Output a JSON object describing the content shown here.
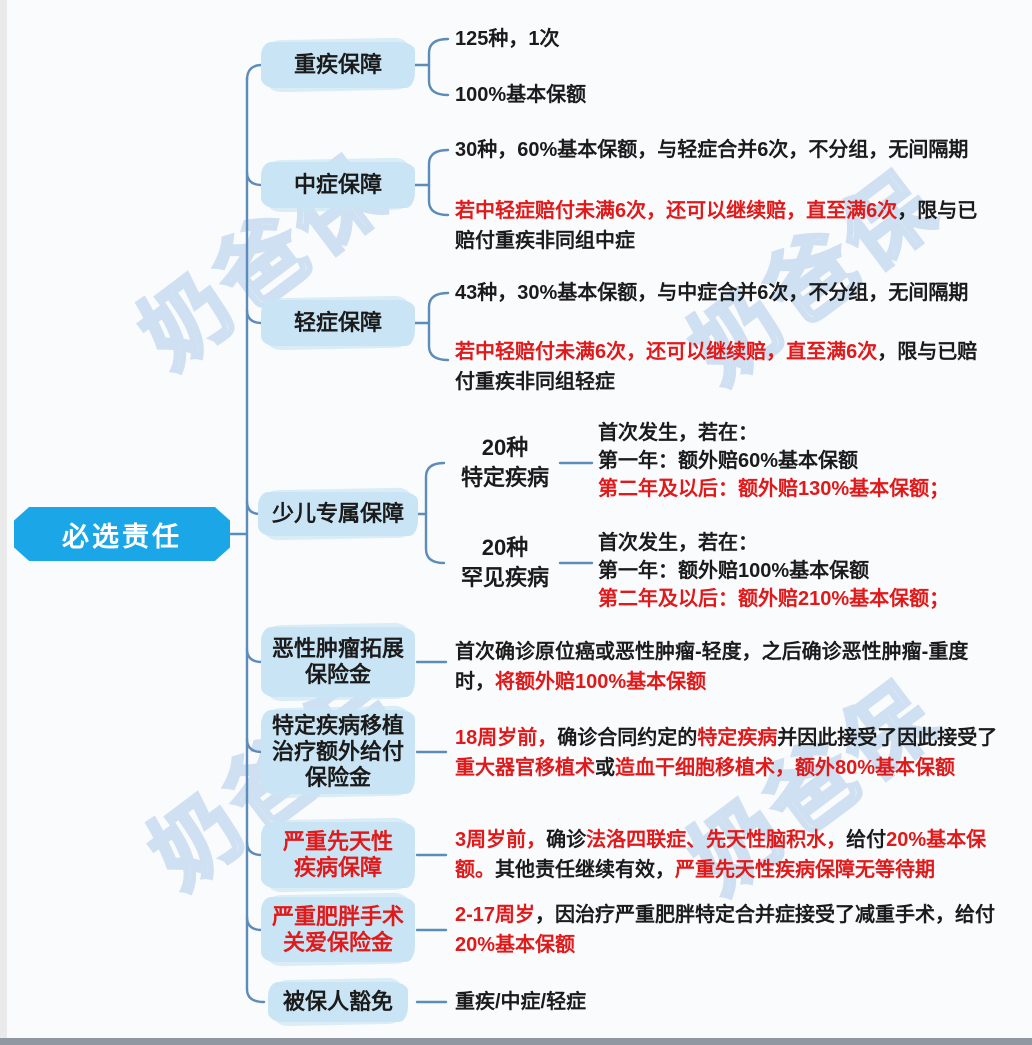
{
  "root": {
    "label": "必选责任"
  },
  "watermark": {
    "text": "奶爸保"
  },
  "colors": {
    "root_bg": "#1ba6e8",
    "node_bg": "#c9e5f5",
    "connector": "#5d8cb8",
    "text_dark": "#1b1b1b",
    "text_red": "#e01a1a",
    "watermark_outline": "#cadef0"
  },
  "branches": [
    {
      "label": "重疾保障",
      "label_color": "dark",
      "leaves": [
        {
          "lines": [
            [
              {
                "t": "125种，1次",
                "c": "dark"
              }
            ]
          ]
        },
        {
          "lines": [
            [
              {
                "t": "100%基本保额",
                "c": "dark"
              }
            ]
          ]
        }
      ]
    },
    {
      "label": "中症保障",
      "label_color": "dark",
      "leaves": [
        {
          "lines": [
            [
              {
                "t": "30种，60%基本保额，与轻症合并6次，不分组，无间隔期",
                "c": "dark"
              }
            ]
          ]
        },
        {
          "lines": [
            [
              {
                "t": "若中轻症赔付未满6次，还可以继续赔，直至满6次",
                "c": "red"
              },
              {
                "t": "，限与已",
                "c": "dark"
              }
            ],
            [
              {
                "t": "赔付重疾非同组中症",
                "c": "dark"
              }
            ]
          ]
        }
      ]
    },
    {
      "label": "轻症保障",
      "label_color": "dark",
      "leaves": [
        {
          "lines": [
            [
              {
                "t": "43种，30%基本保额，与中症合并6次，不分组，无间隔期",
                "c": "dark"
              }
            ]
          ]
        },
        {
          "lines": [
            [
              {
                "t": "若中轻赔付未满6次，还可以继续赔，直至满6次",
                "c": "red"
              },
              {
                "t": "，限与已赔",
                "c": "dark"
              }
            ],
            [
              {
                "t": "付重疾非同组轻症",
                "c": "dark"
              }
            ]
          ]
        }
      ]
    },
    {
      "label": "少儿专属保障",
      "label_color": "dark",
      "subnodes": [
        {
          "label": "20种\n特定疾病",
          "desc": {
            "lines": [
              [
                {
                  "t": "首次发生，若在：",
                  "c": "dark"
                }
              ],
              [
                {
                  "t": "第一年：额外赔60%基本保额",
                  "c": "dark"
                }
              ],
              [
                {
                  "t": "第二年及以后：额外赔130%基本保额；",
                  "c": "red"
                }
              ]
            ]
          }
        },
        {
          "label": "20种\n罕见疾病",
          "desc": {
            "lines": [
              [
                {
                  "t": "首次发生，若在：",
                  "c": "dark"
                }
              ],
              [
                {
                  "t": "第一年：额外赔100%基本保额",
                  "c": "dark"
                }
              ],
              [
                {
                  "t": "第二年及以后：额外赔210%基本保额；",
                  "c": "red"
                }
              ]
            ]
          }
        }
      ]
    },
    {
      "label": "恶性肿瘤拓展\n保险金",
      "label_color": "dark",
      "leaves": [
        {
          "lines": [
            [
              {
                "t": "首次确诊原位癌或恶性肿瘤-轻度，之后确诊恶性肿瘤-重度",
                "c": "dark"
              }
            ],
            [
              {
                "t": "时，",
                "c": "dark"
              },
              {
                "t": "将额外赔100%基本保额",
                "c": "red"
              }
            ]
          ]
        }
      ]
    },
    {
      "label": "特定疾病移植\n治疗额外给付\n保险金",
      "label_color": "dark",
      "leaves": [
        {
          "lines": [
            [
              {
                "t": "18周岁前，",
                "c": "red"
              },
              {
                "t": "确诊合同约定的",
                "c": "dark"
              },
              {
                "t": "特定疾病",
                "c": "red"
              },
              {
                "t": "并因此接受了因此接受了",
                "c": "dark"
              }
            ],
            [
              {
                "t": "重大器官移植术",
                "c": "red"
              },
              {
                "t": "或",
                "c": "dark"
              },
              {
                "t": "造血干细胞移植术，",
                "c": "red"
              },
              {
                "t": "额外80%基本保额",
                "c": "red"
              }
            ]
          ]
        }
      ]
    },
    {
      "label": "严重先天性\n疾病保障",
      "label_color": "red",
      "leaves": [
        {
          "lines": [
            [
              {
                "t": "3周岁前，",
                "c": "red"
              },
              {
                "t": "确诊",
                "c": "dark"
              },
              {
                "t": "法洛四联症、先天性脑积水，",
                "c": "red"
              },
              {
                "t": "给付",
                "c": "dark"
              },
              {
                "t": "20%基本保",
                "c": "red"
              }
            ],
            [
              {
                "t": "额。",
                "c": "red"
              },
              {
                "t": "其他责任继续有效，",
                "c": "dark"
              },
              {
                "t": "严重先天性疾病保障无等待期",
                "c": "red"
              }
            ]
          ]
        }
      ]
    },
    {
      "label": "严重肥胖手术\n关爱保险金",
      "label_color": "red",
      "leaves": [
        {
          "lines": [
            [
              {
                "t": "2-17周岁",
                "c": "red"
              },
              {
                "t": "，因治疗严重肥胖特定合并症接受了减重手术，给付",
                "c": "dark"
              }
            ],
            [
              {
                "t": "20%基本保额",
                "c": "red"
              }
            ]
          ]
        }
      ]
    },
    {
      "label": "被保人豁免",
      "label_color": "dark",
      "leaves": [
        {
          "lines": [
            [
              {
                "t": "重疾/中症/轻症",
                "c": "dark"
              }
            ]
          ]
        }
      ]
    }
  ]
}
